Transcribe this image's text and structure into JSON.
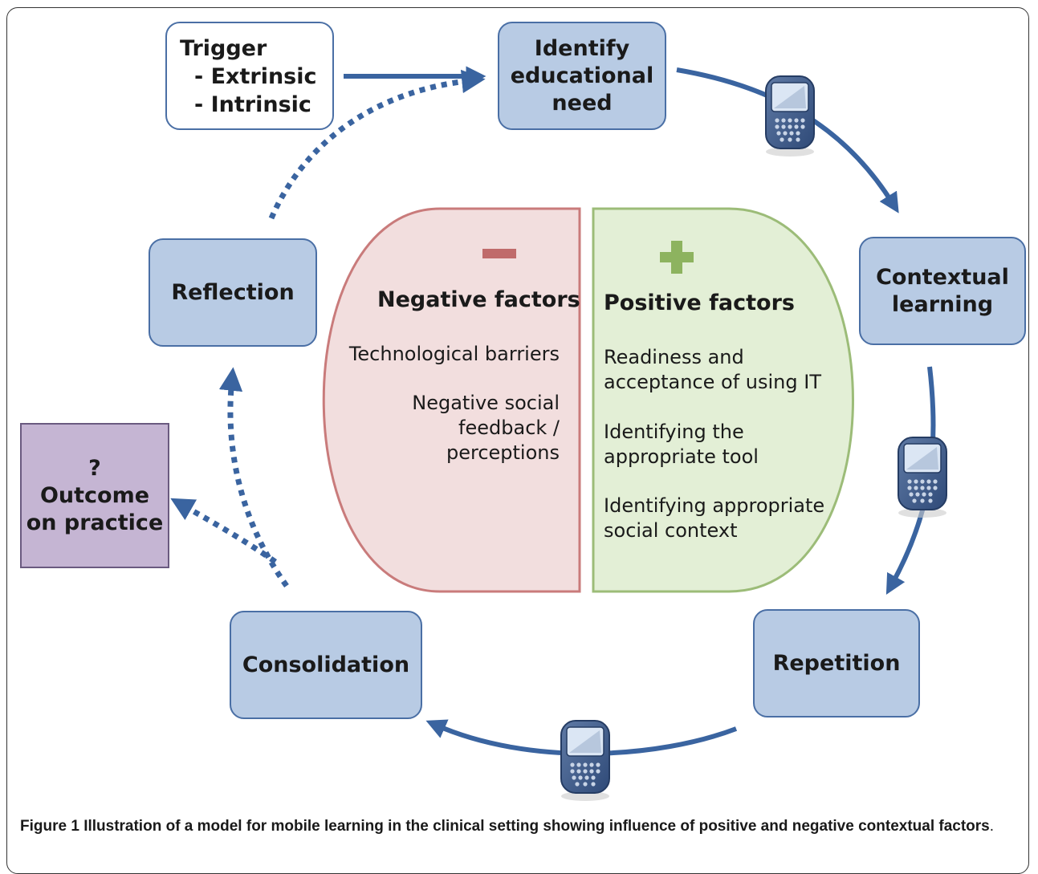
{
  "diagram": {
    "nodes": {
      "identify": "Identify\neducational\nneed",
      "contextual": "Contextual\nlearning",
      "repetition": "Repetition",
      "consolidation": "Consolidation",
      "reflection": "Reflection"
    },
    "trigger": {
      "title": "Trigger",
      "items": [
        "- Extrinsic",
        "- Intrinsic"
      ]
    },
    "outcome": "?\nOutcome\non practice",
    "negative": {
      "symbol": "−",
      "title": "Negative factors",
      "items": [
        "Technological barriers",
        "Negative social\nfeedback /\nperceptions"
      ]
    },
    "positive": {
      "symbol": "+",
      "title": "Positive factors",
      "items": [
        "Readiness and\nacceptance of using IT",
        "Identifying the\nappropriate tool",
        "Identifying appropriate\nsocial context"
      ]
    },
    "icons": [
      "mobile-phone-icon",
      "mobile-phone-icon",
      "mobile-phone-icon"
    ],
    "colors": {
      "node_fill": "#b8cbe4",
      "node_border": "#4a6fa5",
      "arrow": "#3a64a0",
      "negative_fill": "#f2dede",
      "negative_border": "#c97b7b",
      "positive_fill": "#e3efd6",
      "positive_border": "#9cbc78",
      "outcome_fill": "#c5b5d3"
    }
  },
  "caption": {
    "label": "Figure 1",
    "text": "Illustration of a model for mobile learning in the clinical setting showing influence of positive and negative contextual factors",
    "end": "."
  }
}
